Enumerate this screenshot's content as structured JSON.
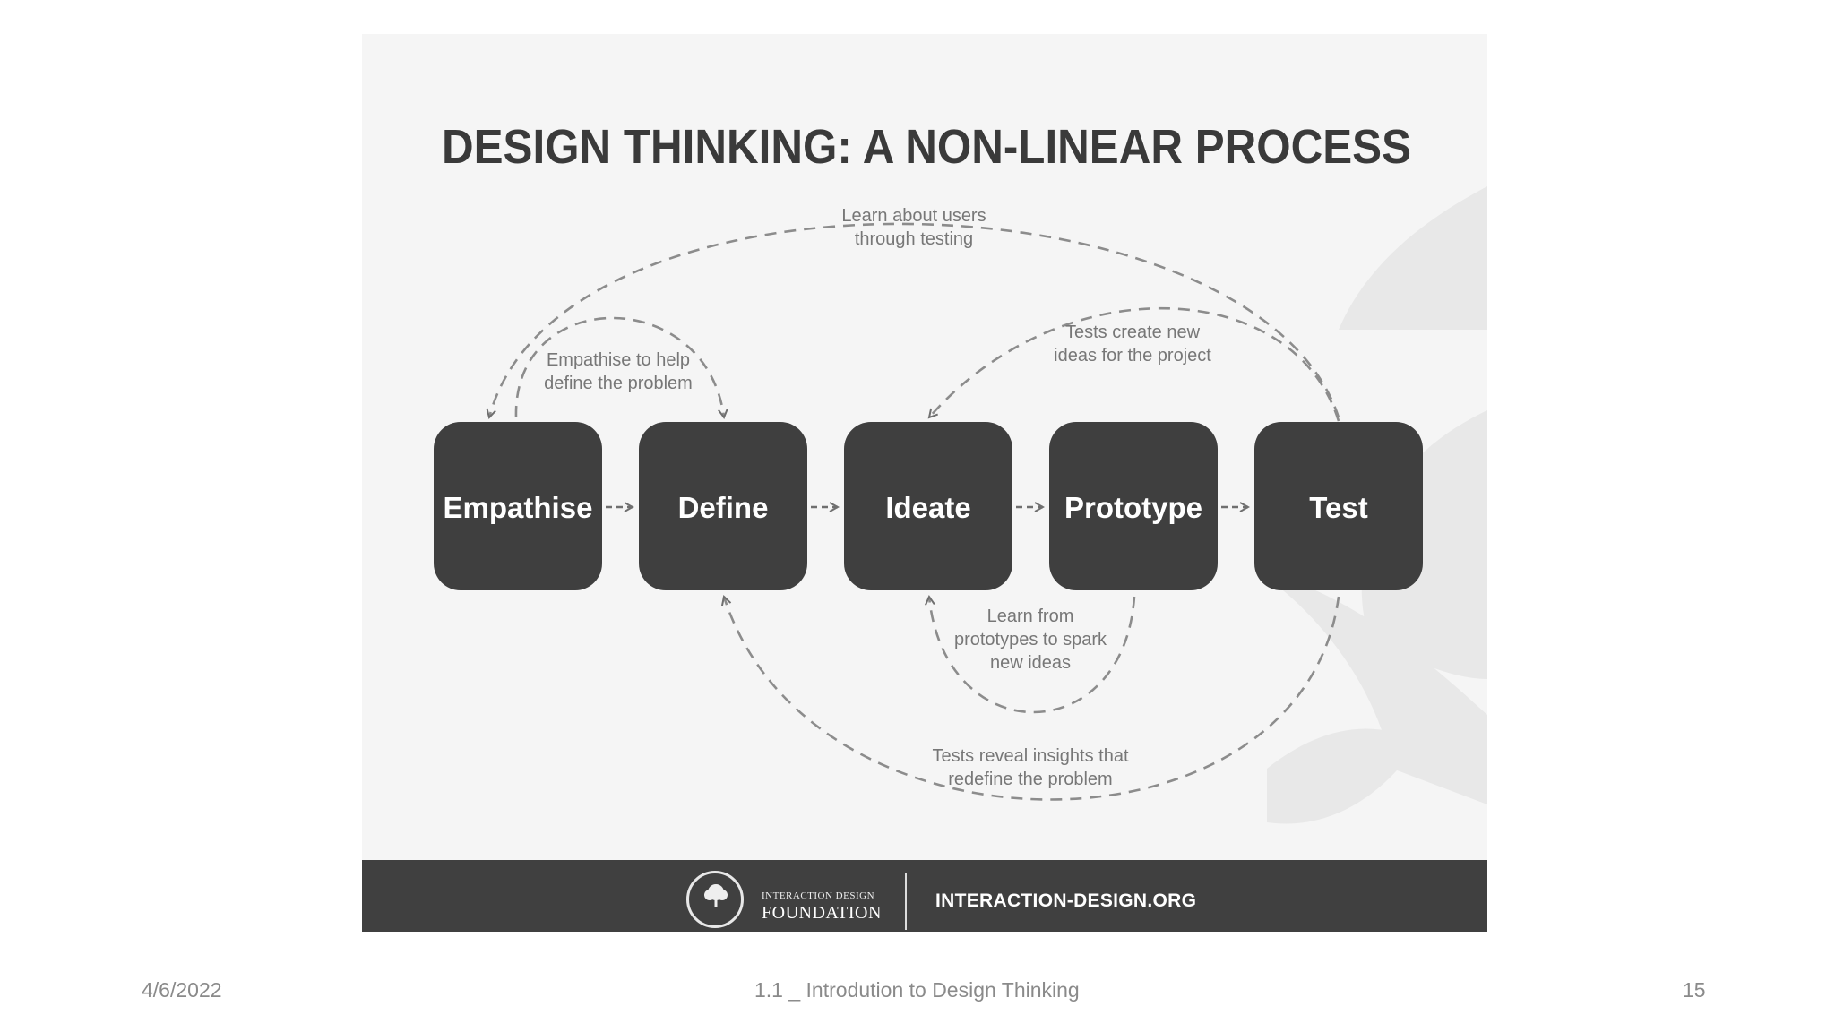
{
  "diagram": {
    "title": "DESIGN THINKING: A NON-LINEAR PROCESS",
    "stages": [
      "Empathise",
      "Define",
      "Ideate",
      "Prototype",
      "Test"
    ],
    "loops": {
      "learn_users": [
        "Learn about users",
        "through testing"
      ],
      "empathise_define": [
        "Empathise to help",
        "define the problem"
      ],
      "tests_ideas": [
        "Tests create new",
        "ideas for the project"
      ],
      "learn_prototypes": [
        "Learn from",
        "prototypes to spark",
        "new ideas"
      ],
      "tests_reveal": [
        "Tests reveal insights that",
        "redefine the problem"
      ]
    },
    "footer": {
      "org_small": "INTERACTION DESIGN",
      "org_big": "FOUNDATION",
      "website": "INTERACTION-DESIGN.ORG"
    }
  },
  "slide": {
    "date": "4/6/2022",
    "title": "1.1 _ Introdution to Design Thinking",
    "page_number": "15"
  },
  "colors": {
    "box": "#3f3f3f",
    "dashed_line": "#8c8c8c",
    "label_text": "#777777",
    "title_text": "#3a3a3a",
    "footer_bar": "#404040"
  }
}
